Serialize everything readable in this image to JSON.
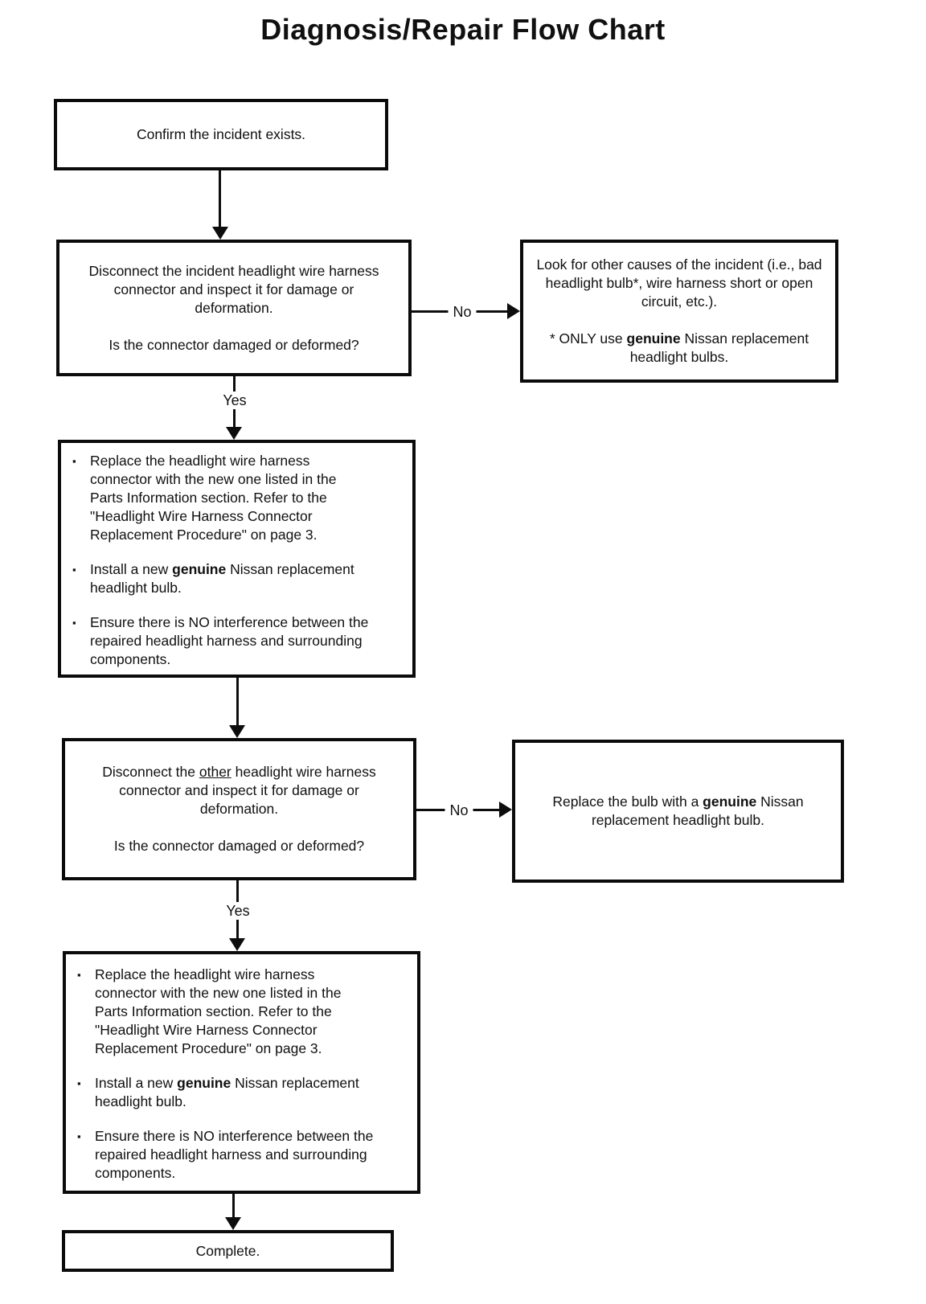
{
  "title": "Diagnosis/Repair Flow Chart",
  "labels": {
    "yes": "Yes",
    "no": "No"
  },
  "nodes": {
    "confirm": {
      "text": "Confirm the incident exists."
    },
    "inspect_incident": {
      "body": "Disconnect the incident headlight wire harness connector and inspect it for damage or deformation.",
      "question": "Is the connector damaged or deformed?"
    },
    "other_causes": {
      "body": "Look for other causes of the incident (i.e., bad headlight bulb*, wire harness short or open circuit, etc.).",
      "note_parts": [
        "* ONLY use ",
        "genuine",
        " Nissan replacement headlight bulbs."
      ]
    },
    "repair_steps": {
      "bullet_glyph": "▪",
      "items": [
        {
          "parts": [
            "Replace the headlight wire harness connector with the new one listed in the Parts Information section.  Refer to the \"Headlight Wire Harness Connector Replacement Procedure\" on page 3.",
            "",
            ""
          ]
        },
        {
          "parts": [
            "Install a new ",
            "genuine",
            " Nissan replacement headlight bulb."
          ]
        },
        {
          "parts": [
            "Ensure there is NO interference between the repaired headlight harness and surrounding components.",
            "",
            ""
          ]
        }
      ]
    },
    "inspect_other": {
      "body_parts": [
        "Disconnect the ",
        "other",
        " headlight wire harness connector and inspect it for damage or deformation."
      ],
      "question": "Is the connector damaged or deformed?"
    },
    "replace_bulb": {
      "parts": [
        "Replace the bulb with a ",
        "genuine",
        " Nissan replacement headlight bulb."
      ]
    },
    "complete": {
      "text": "Complete."
    }
  }
}
